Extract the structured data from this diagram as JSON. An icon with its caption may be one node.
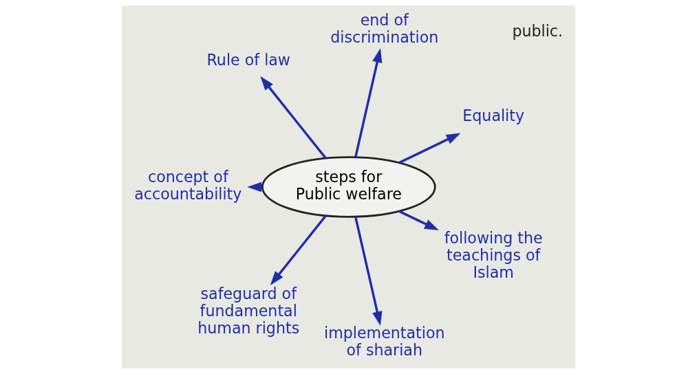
{
  "diagram": {
    "nodes": [
      {
        "text": [
          "steps for Public welfare"
        ]
      },
      {
        "text": [
          "Equality"
        ]
      },
      {
        "text": [
          "end of discrimination"
        ]
      },
      {
        "text": [
          "Rule of law"
        ]
      },
      {
        "text": [
          "concept of accountability"
        ]
      },
      {
        "text": [
          "safeguard of fundamental human rights"
        ]
      },
      {
        "text": [
          "implementation of shariah"
        ]
      },
      {
        "text": [
          "following the teachings of Islam"
        ]
      }
    ],
    "edges": [
      {
        "from": 0,
        "to": 1,
        "arrow": "to"
      },
      {
        "from": 0,
        "to": 2,
        "arrow": "to"
      },
      {
        "from": 0,
        "to": 3,
        "arrow": "to"
      },
      {
        "from": 0,
        "to": 4,
        "arrow": "to"
      },
      {
        "from": 0,
        "to": 5,
        "arrow": "to"
      },
      {
        "from": 0,
        "to": 6,
        "arrow": "to"
      },
      {
        "from": 0,
        "to": 7,
        "arrow": "to"
      }
    ],
    "labels": [
      "public."
    ]
  }
}
